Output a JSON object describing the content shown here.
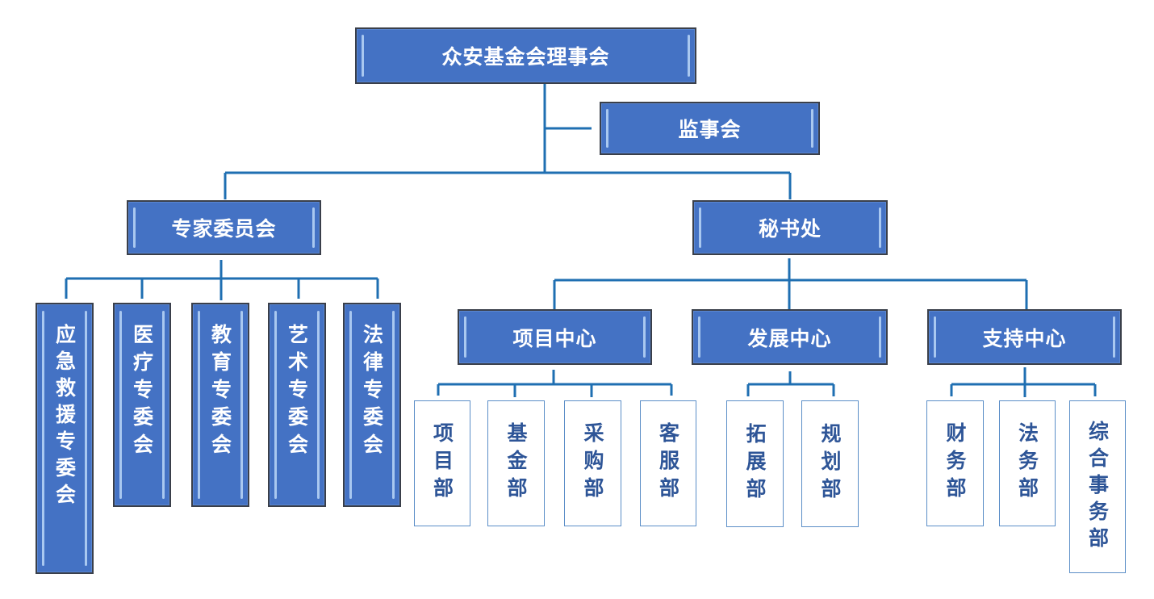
{
  "colors": {
    "box_fill": "#4472c4",
    "box_border": "#3a3f4a",
    "connector": "#1f6fb2",
    "outline_text": "#2e5597",
    "outline_border": "#5b8ec7"
  },
  "root": {
    "label": "众安基金会理事会"
  },
  "supervisory": {
    "label": "监事会"
  },
  "expert_committee": {
    "label": "专家委员会",
    "children": [
      {
        "label": "应急救援专委会"
      },
      {
        "label": "医疗专委会"
      },
      {
        "label": "教育专委会"
      },
      {
        "label": "艺术专委会"
      },
      {
        "label": "法律专委会"
      }
    ]
  },
  "secretariat": {
    "label": "秘书处",
    "centers": [
      {
        "label": "项目中心",
        "departments": [
          {
            "label": "项目部"
          },
          {
            "label": "基金部"
          },
          {
            "label": "采购部"
          },
          {
            "label": "客服部"
          }
        ]
      },
      {
        "label": "发展中心",
        "departments": [
          {
            "label": "拓展部"
          },
          {
            "label": "规划部"
          }
        ]
      },
      {
        "label": "支持中心",
        "departments": [
          {
            "label": "财务部"
          },
          {
            "label": "法务部"
          },
          {
            "label": "综合事务部"
          }
        ]
      }
    ]
  }
}
